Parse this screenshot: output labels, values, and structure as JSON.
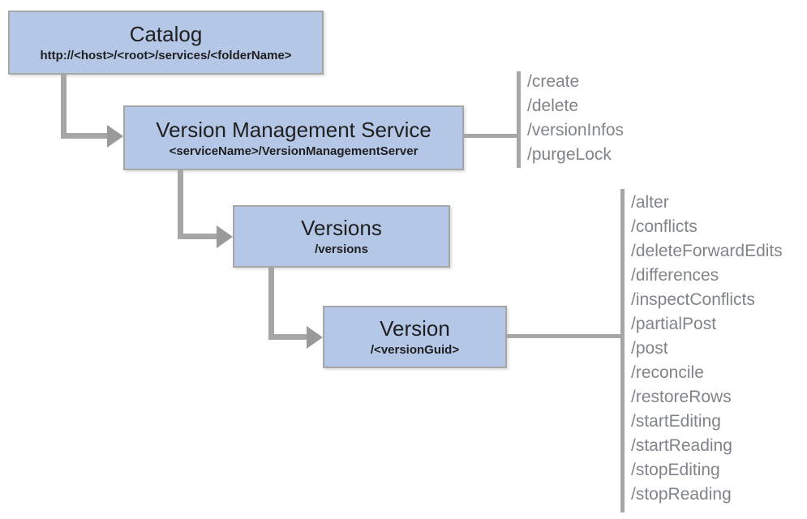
{
  "diagram": {
    "nodes": [
      {
        "id": "catalog",
        "title": "Catalog",
        "subtitle": "http://<host>/<root>/services/<folderName>"
      },
      {
        "id": "vms",
        "title": "Version Management Service",
        "subtitle": "<serviceName>/VersionManagementServer"
      },
      {
        "id": "versions",
        "title": "Versions",
        "subtitle": "/versions"
      },
      {
        "id": "version",
        "title": "Version",
        "subtitle": "/<versionGuid>"
      }
    ],
    "edges": [
      {
        "from": "catalog",
        "to": "vms"
      },
      {
        "from": "vms",
        "to": "versions"
      },
      {
        "from": "versions",
        "to": "version"
      }
    ],
    "operations": {
      "vms": [
        "/create",
        "/delete",
        "/versionInfos",
        "/purgeLock"
      ],
      "version": [
        "/alter",
        "/conflicts",
        "/deleteForwardEdits",
        "/differences",
        "/inspectConflicts",
        "/partialPost",
        "/post",
        "/reconcile",
        "/restoreRows",
        "/startEditing",
        "/startReading",
        "/stopEditing",
        "/stopReading"
      ]
    },
    "colors": {
      "node_fill": "#b4c7e7",
      "node_border": "#a6a6a6",
      "connector": "#a6a6a6",
      "arrowhead": "#9a9a9a",
      "title_text": "#1f1f1f",
      "operation_text": "#7f848b",
      "background": "#ffffff"
    }
  }
}
